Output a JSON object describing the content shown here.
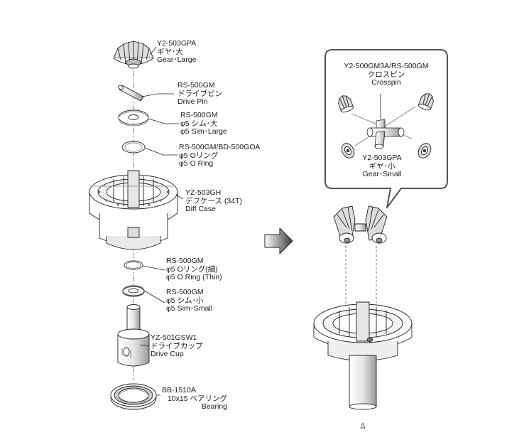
{
  "parts": [
    {
      "code": "Y2-503GPA",
      "jp": "ギヤ･大",
      "en": "Gear･Large"
    },
    {
      "code": "RS-500GM",
      "jp": "ドライブピン",
      "en": "Drive Pin"
    },
    {
      "code": "RS-500GM",
      "jp": "φ5 シム･大",
      "en": "φ5 Sim･Large"
    },
    {
      "code": "RS-500GM/BD-500GOA",
      "jp": "φ5 Oリング",
      "en": "φ5 O Ring"
    },
    {
      "code": "YZ-503GH",
      "jp": "デフケース (34T)",
      "en": "Diff Case"
    },
    {
      "code": "RS-500GM",
      "jp": "φ5 Oリング(細)",
      "en": "φ5 O Ring (Thin)"
    },
    {
      "code": "RS-500GM",
      "jp": "φ5 シム･小",
      "en": "φ5 Sim･Small"
    },
    {
      "code": "YZ-501GSW1",
      "jp": "ドライブカップ",
      "en": "Drive Cup"
    },
    {
      "code": "BB-1510A",
      "jp": "10x15 ベアリング",
      "en": "Bearing"
    }
  ],
  "callout": {
    "crosspin": {
      "code": "Y2-500GM3A/RS-500GM",
      "jp": "クロスピン",
      "en": "Crosspin"
    },
    "gear_small": {
      "code": "Y2-503GPA",
      "jp": "ギヤ･小",
      "en": "Gear･Small"
    }
  },
  "colors": {
    "line": "#222222",
    "part_fill": "#ffffff",
    "shade": "#bdbdbd",
    "arrow_gradient": [
      "#ffffff",
      "#3a3a3a"
    ]
  }
}
